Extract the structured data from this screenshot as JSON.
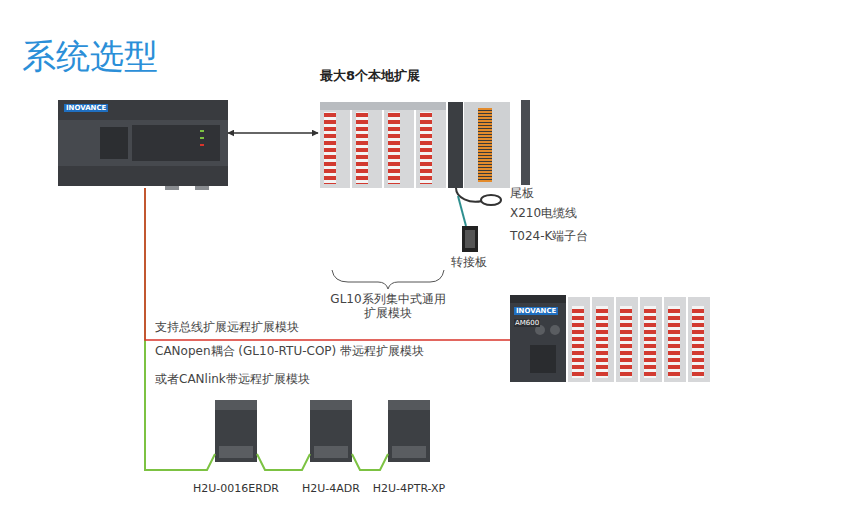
{
  "diagram": {
    "title": "系统选型",
    "nodes": [
      {
        "text": [
          "INOVANCE"
        ]
      },
      {
        "text": [
          "最大8个本地扩展"
        ]
      },
      {
        "text": [
          "INOVANCE",
          "AM600"
        ]
      },
      {
        "text": [
          "H2U-0016ERDR"
        ]
      },
      {
        "text": [
          "H2U-4ADR"
        ]
      },
      {
        "text": [
          "H2U-4PTR-XP"
        ]
      }
    ],
    "edges": [
      {
        "from": 0,
        "to": 1,
        "arrow": "both"
      },
      {
        "from": 0,
        "to": 3,
        "arrow": "none"
      },
      {
        "from": 3,
        "to": 4,
        "arrow": "none"
      },
      {
        "from": 4,
        "to": 5,
        "arrow": "none"
      },
      {
        "from": 0,
        "to": 2,
        "arrow": "none"
      }
    ],
    "labels": [
      "尾板",
      "X210电缆线",
      "T024-K端子台",
      "转接板",
      "GL10系列集中式通用 扩展模块",
      "支持总线扩展远程扩展模块",
      "CANopen耦合 (GL10-RTU-COP) 带远程扩展模块",
      "或者CANlink带远程扩展模块"
    ]
  }
}
